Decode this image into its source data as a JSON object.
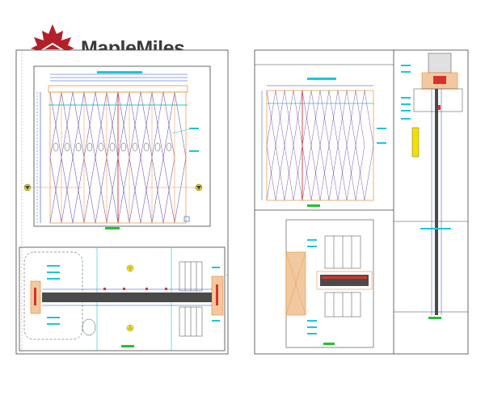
{
  "brand": {
    "name": "MapleMiles",
    "logo_color": "#b3202a",
    "text_color": "#3a3a3a"
  },
  "colors": {
    "frame": "#555555",
    "orange": "#e8923a",
    "red": "#d8332a",
    "blue": "#1a4fd6",
    "cyan": "#18c8d8",
    "purple": "#7a5cb8",
    "yellow": "#f4e000",
    "green": "#1fc32e",
    "dark_gray": "#4a4a4a"
  },
  "sheets": [
    {
      "id": "sheet-left",
      "title": ""
    },
    {
      "id": "sheet-right",
      "title": ""
    }
  ],
  "icons": [
    "maple-leaf-icon",
    "section-arrow-icon"
  ]
}
